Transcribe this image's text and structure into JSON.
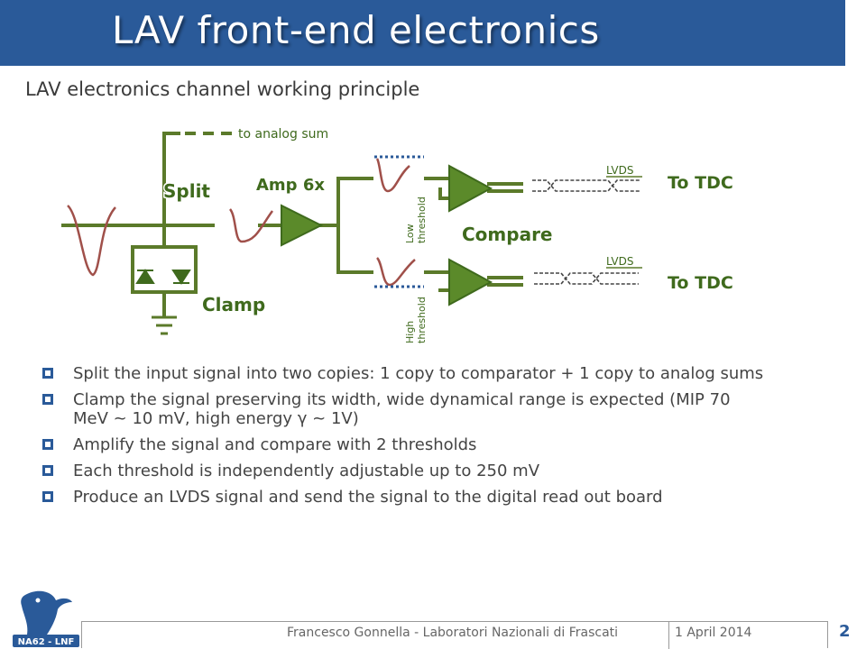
{
  "header": {
    "title": "LAV front-end electronics"
  },
  "subtitle": "LAV electronics channel working principle",
  "diagram": {
    "labels": {
      "analog_sum": "to analog sum",
      "split": "Split",
      "amp": "Amp 6x",
      "clamp": "Clamp",
      "compare": "Compare",
      "low_threshold": "Low threshold",
      "high_threshold": "High threshold",
      "lvds_top": "LVDS",
      "lvds_bottom": "LVDS",
      "tdc_top": "To TDC",
      "tdc_bottom": "To TDC"
    },
    "colors": {
      "component": "#5b8a2a",
      "wire": "#5b7a2a",
      "signal": "#a0504a",
      "threshold": "#2a5a99"
    }
  },
  "bullets": [
    "Split the input signal into two copies: 1 copy to comparator + 1 copy to analog sums",
    "Clamp the signal preserving its width, wide dynamical range is expected (MIP 70 MeV ~ 10 mV, high energy γ ~ 1V)",
    "Amplify the signal and compare with 2 thresholds",
    "Each threshold is independently adjustable up to 250 mV",
    "Produce an LVDS signal and send the signal to the digital read out board"
  ],
  "footer": {
    "author": "Francesco Gonnella - Laboratori Nazionali di Frascati",
    "date": "1 April 2014",
    "page": "2",
    "logo_text": "NA62 - LNF"
  }
}
